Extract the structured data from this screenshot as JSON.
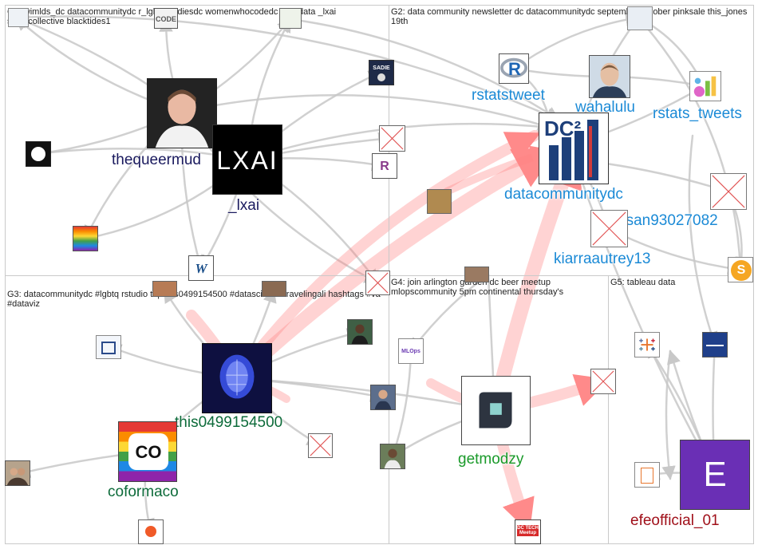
{
  "groups": [
    {
      "id": "G1",
      "label": "G1: wimlds_dc datacommunitydc r_lgbtq rladiesdc womenwhocodedc blkindata _lxai sadiecollective blacktides1"
    },
    {
      "id": "G2",
      "label": "G2: data community newsletter dc datacommunitydc september october pinksale this_jones 19th"
    },
    {
      "id": "G3",
      "label": "G3: datacommunitydc #lgbtq rstudio top this0499154500 #datascience travelingali hashtags #va #dataviz"
    },
    {
      "id": "G4",
      "label": "G4: join arlington garden dc beer meetup mlopscommunity 5pm continental thursday's"
    },
    {
      "id": "G5",
      "label": "G5: tableau data"
    }
  ],
  "nodes": {
    "thequeermud": {
      "label": "thequeermud"
    },
    "lxai": {
      "label": "_lxai",
      "logo_text": "LXAI"
    },
    "datacommunitydc": {
      "label": "datacommunitydc",
      "logo_text": "DC²"
    },
    "rstatstweet": {
      "label": "rstatstweet",
      "logo_text": "R"
    },
    "wahalulu": {
      "label": "wahalulu"
    },
    "rstats_tweets": {
      "label": "rstats_tweets"
    },
    "lulasan93027082": {
      "label": "lulasan93027082"
    },
    "kiarraautrey13": {
      "label": "kiarraautrey13"
    },
    "this0499154500": {
      "label": "this0499154500"
    },
    "coformaco": {
      "label": "coformaco",
      "logo_text": "CO"
    },
    "getmodzy": {
      "label": "getmodzy"
    },
    "efeofficial_01": {
      "label": "efeofficial_01",
      "logo_text": "E"
    },
    "sadie": {
      "logo_text": "SADIE"
    },
    "rladies": {
      "logo_text": "R"
    },
    "meetup": {
      "logo_text": "DC TECH\nMeetup"
    },
    "code": {
      "logo_text": "CODE"
    }
  },
  "colors": {
    "edge_gray": "#c8c8c8",
    "edge_red": "#ff8080",
    "g1_label": "#1a1a5e",
    "g2_label": "#1b8ad6",
    "g3_label": "#0d6b3a",
    "g4_label": "#1a9a2a",
    "g5_label": "#a0101a"
  }
}
